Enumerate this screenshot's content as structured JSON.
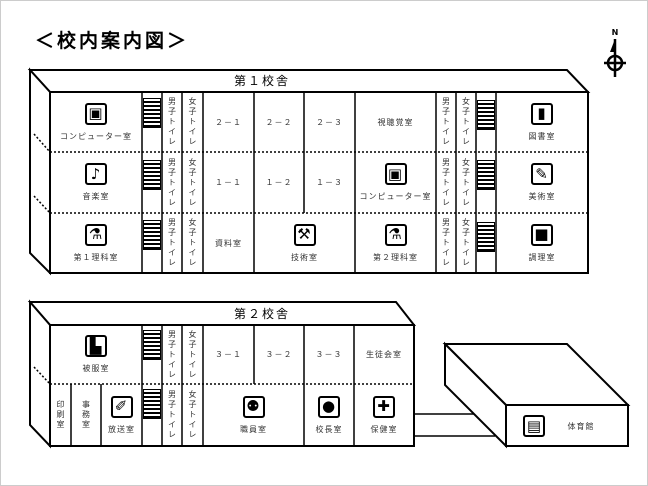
{
  "title": "＜校内案内図＞",
  "compass": {
    "label": "N"
  },
  "building1": {
    "name": "第１校舎",
    "rooms": {
      "computer1": {
        "label": "コンピューター室",
        "icon": "computer-icon"
      },
      "music": {
        "label": "音楽室",
        "icon": "music-note-icon"
      },
      "science1": {
        "label": "第１理科室",
        "icon": "flask-icon"
      },
      "boys": "男子トイレ",
      "girls": "女子トイレ",
      "c21": "２－１",
      "c22": "２－２",
      "c23": "２－３",
      "c11": "１－１",
      "c12": "１－２",
      "c13": "１－３",
      "materials": "資料室",
      "technology": {
        "label": "技術室",
        "icon": "hammer-icon"
      },
      "av": "視聴覚室",
      "computer2": {
        "label": "コンピューター室",
        "icon": "computer-icon"
      },
      "science2": {
        "label": "第２理科室",
        "icon": "flask-icon"
      },
      "library": {
        "label": "図書室",
        "icon": "book-icon"
      },
      "art": {
        "label": "美術室",
        "icon": "palette-icon"
      },
      "cooking": {
        "label": "調理室",
        "icon": "pot-icon"
      }
    }
  },
  "building2": {
    "name": "第２校舎",
    "rooms": {
      "sewing": {
        "label": "被服室",
        "icon": "sewing-machine-icon"
      },
      "printing": "印刷室",
      "office": "事務室",
      "broadcast": {
        "label": "放送室",
        "icon": "microphone-icon"
      },
      "boys": "男子トイレ",
      "girls": "女子トイレ",
      "c31": "３－１",
      "c32": "３－２",
      "c33": "３－３",
      "student_council": "生徒会室",
      "staff": {
        "label": "職員室",
        "icon": "people-icon"
      },
      "principal": {
        "label": "校長室",
        "icon": "person-icon"
      },
      "nurse": {
        "label": "保健室",
        "icon": "first-aid-icon"
      }
    }
  },
  "gym": {
    "label": "体育館",
    "icon": "vaulting-box-icon"
  }
}
